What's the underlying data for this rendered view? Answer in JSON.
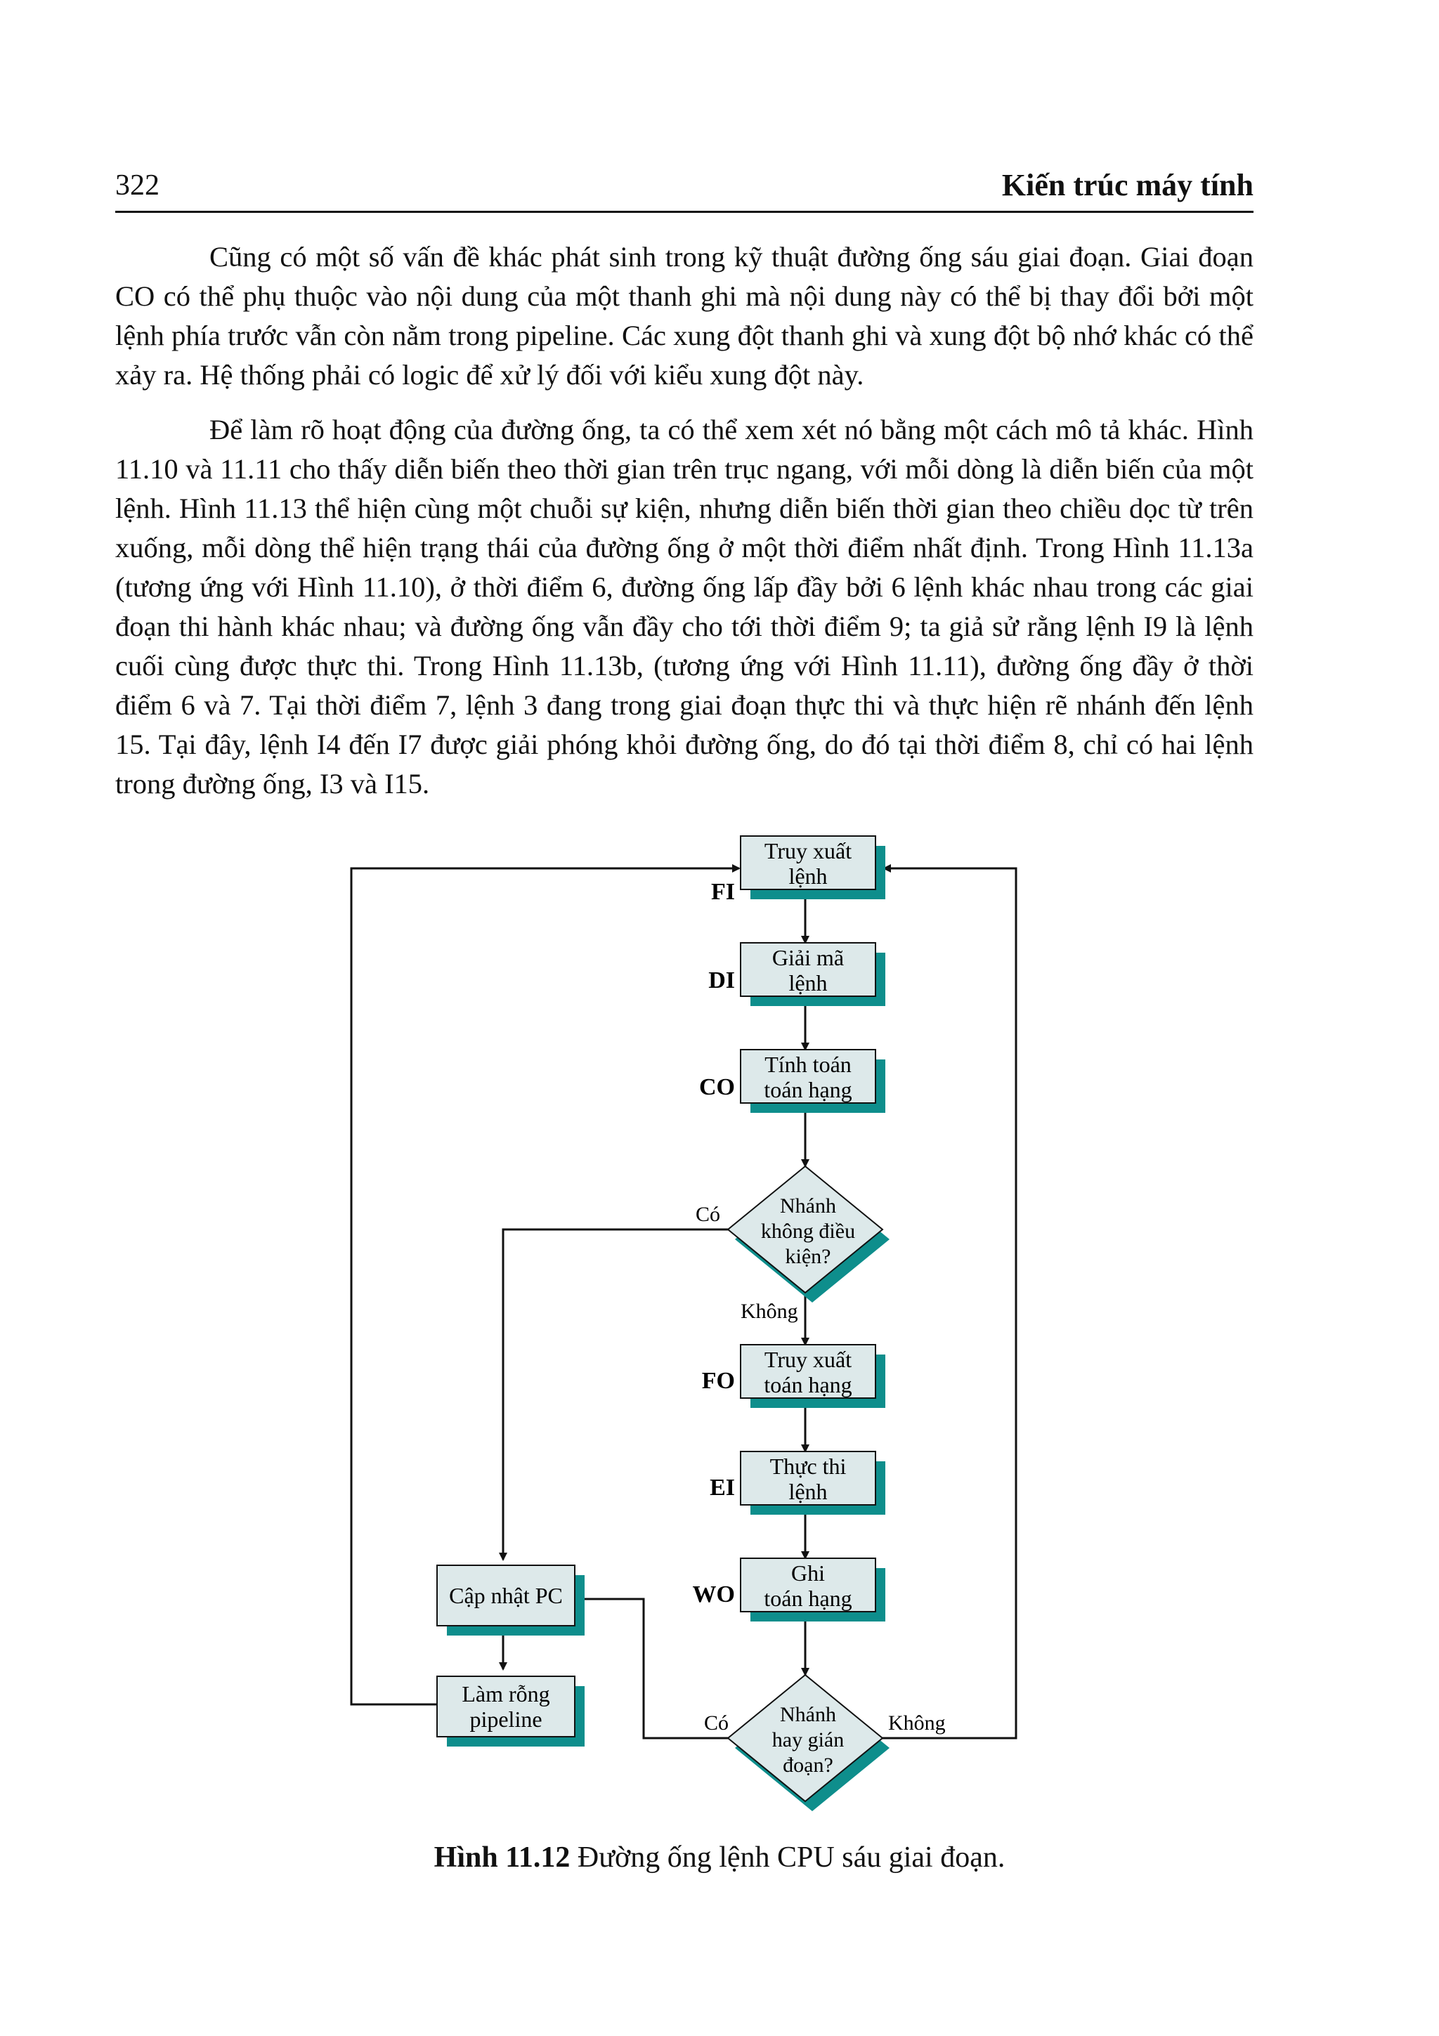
{
  "header": {
    "page_number": "322",
    "running_title": "Kiến trúc máy tính"
  },
  "paragraphs": [
    "Cũng có một số vấn đề khác phát sinh trong kỹ thuật đường ống sáu giai đoạn. Giai đoạn CO có thể phụ thuộc vào nội dung của một thanh ghi mà nội dung này có thể bị thay đổi bởi một lệnh phía trước vẫn còn nằm trong pipeline. Các xung đột thanh ghi và xung đột bộ nhớ khác có thể xảy ra. Hệ thống phải có logic để xử lý đối với kiểu xung đột này.",
    "Để làm rõ hoạt động của đường ống, ta có thể xem xét nó bằng một cách mô tả khác. Hình 11.10 và 11.11 cho thấy diễn biến theo thời gian trên trục ngang, với mỗi dòng là diễn biến của một lệnh. Hình 11.13 thể hiện cùng một chuỗi sự kiện, nhưng diễn biến thời gian theo chiều dọc từ trên xuống, mỗi dòng thể hiện trạng thái của đường ống ở một thời điểm nhất định. Trong Hình 11.13a (tương ứng với Hình 11.10), ở thời điểm 6, đường ống lấp đầy bởi 6 lệnh khác nhau trong các giai đoạn thi hành khác nhau; và đường ống vẫn đầy cho tới thời điểm 9; ta giả sử rằng lệnh I9 là lệnh cuối cùng được thực thi. Trong Hình 11.13b, (tương ứng với Hình 11.11), đường ống đầy ở thời điểm 6 và 7. Tại thời điểm 7, lệnh 3 đang trong giai đoạn thực thi và thực hiện rẽ nhánh đến lệnh 15. Tại đây, lệnh I4 đến I7 được giải phóng khỏi đường ống, do đó tại thời điểm 8, chỉ có hai lệnh trong đường ống, I3 và I15."
  ],
  "figure": {
    "stages": {
      "fi": {
        "label": "FI",
        "line1": "Truy xuất",
        "line2": "lệnh"
      },
      "di": {
        "label": "DI",
        "line1": "Giải mã",
        "line2": "lệnh"
      },
      "co": {
        "label": "CO",
        "line1": "Tính toán",
        "line2": "toán hạng"
      },
      "fo": {
        "label": "FO",
        "line1": "Truy xuất",
        "line2": "toán hạng"
      },
      "ei": {
        "label": "EI",
        "line1": "Thực thi",
        "line2": "lệnh"
      },
      "wo": {
        "label": "WO",
        "line1": "Ghi",
        "line2": "toán hạng"
      }
    },
    "decision_branch": {
      "line1": "Nhánh",
      "line2": "không điều",
      "line3": "kiện?",
      "yes": "Có",
      "no": "Không"
    },
    "decision_interrupt": {
      "line1": "Nhánh",
      "line2": "hay gián",
      "line3": "đoạn?",
      "yes": "Có",
      "no": "Không"
    },
    "update_pc": "Cập nhật PC",
    "flush": {
      "line1": "Làm rỗng",
      "line2": "pipeline"
    },
    "colors": {
      "box_fill": "#dde9ea",
      "shadow": "#0e8e8c",
      "line": "#111111"
    }
  },
  "caption": {
    "bold": "Hình 11.12",
    "text": " Đường ống lệnh CPU sáu giai đoạn."
  }
}
